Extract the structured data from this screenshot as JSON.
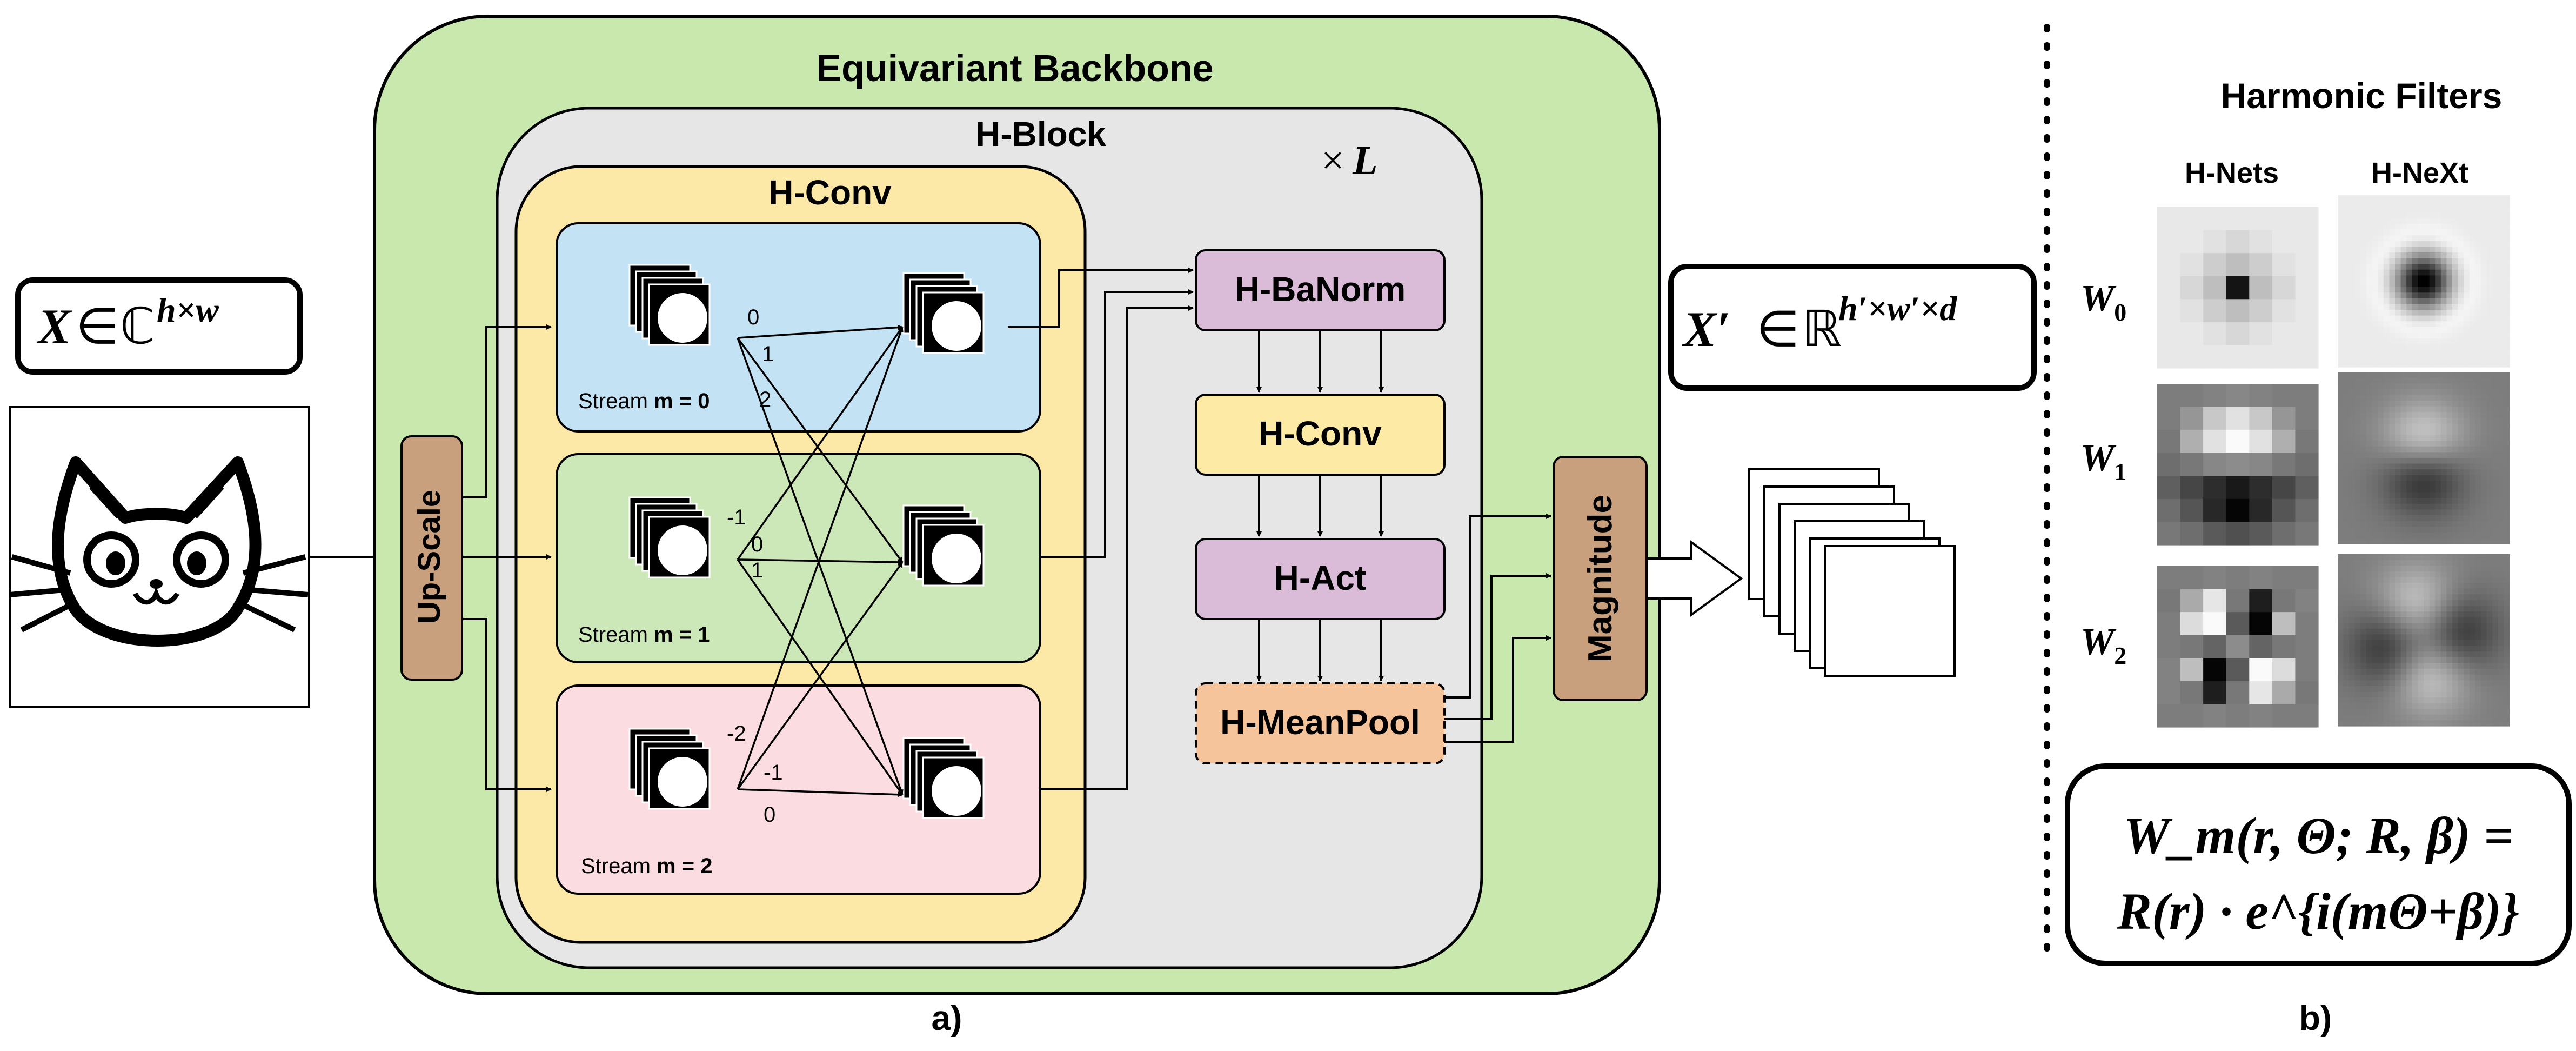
{
  "left": {
    "input_math": {
      "var": "X",
      "in": "∈",
      "set": "ℂ",
      "sup": "h×w"
    },
    "upscale_label": "Up-Scale",
    "cat_icon": "cat-image"
  },
  "backbone": {
    "title": "Equivariant Backbone",
    "hblock": {
      "title": "H-Block",
      "repeat_times": "×",
      "repeat_var": "L"
    },
    "hconv": {
      "title": "H-Conv",
      "streams": [
        {
          "prefix": "Stream ",
          "label": "m = 0",
          "color": "#c3e2f4",
          "out_labels": [
            "0",
            "1",
            "2"
          ]
        },
        {
          "prefix": "Stream ",
          "label": "m = 1",
          "color": "#cde8b8",
          "out_labels": [
            "-1",
            "0",
            "1"
          ]
        },
        {
          "prefix": "Stream ",
          "label": "m = 2",
          "color": "#fbdde1",
          "out_labels": [
            "-2",
            "-1",
            "0"
          ]
        }
      ]
    },
    "pipeline": {
      "banorm": "H-BaNorm",
      "conv": "H-Conv",
      "act": "H-Act",
      "meanpool": "H-MeanPool"
    },
    "magnitude": "Magnitude"
  },
  "output": {
    "var": "X′",
    "in": "∈",
    "set": "ℝ",
    "sup": "h′×w′×d"
  },
  "captions": {
    "a": "a)",
    "b": "b)"
  },
  "filters": {
    "title": "Harmonic Filters",
    "col_hnets": "H-Nets",
    "col_hnext": "H-NeXt",
    "rows": [
      {
        "var": "W",
        "sub": "0"
      },
      {
        "var": "W",
        "sub": "1"
      },
      {
        "var": "W",
        "sub": "2"
      }
    ],
    "formula": {
      "line1": "W_m(r, Θ; R, β) =",
      "line2": "R(r) · e^{i(mΘ+β)}"
    }
  },
  "colors": {
    "backbone_fill": "#c8e8ad",
    "hblock_fill": "#e6e6e6",
    "hconv_fill": "#fde9a7",
    "purple": "#dbbcd8",
    "yellow": "#fdeaa4",
    "orange": "#f5c49a",
    "brown": "#c9a07d"
  }
}
